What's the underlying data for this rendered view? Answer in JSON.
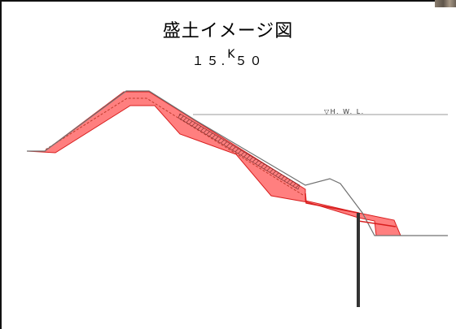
{
  "diagram": {
    "title": "盛土イメージ図",
    "station": {
      "number_left": "１５.",
      "sup": "K",
      "number_right": "５０"
    },
    "water_level_label": "▽H. W. L.",
    "colors": {
      "embankment_fill": "#ff7f7f",
      "embankment_stroke": "#d81e1e",
      "ground_line": "#707070",
      "pile": "#333333"
    }
  }
}
